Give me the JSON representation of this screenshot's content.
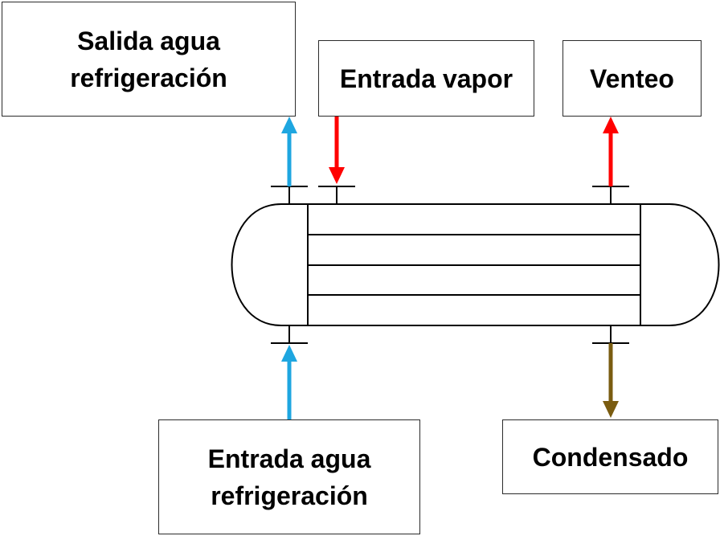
{
  "labels": {
    "salida_agua": [
      "Salida agua",
      "refrigeración"
    ],
    "entrada_vapor": "Entrada vapor",
    "venteo": "Venteo",
    "entrada_agua": [
      "Entrada agua",
      "refrigeración"
    ],
    "condensado": "Condensado"
  },
  "colors": {
    "water": "#1ea6e0",
    "steam": "#ff0000",
    "vent": "#ff0000",
    "condensate": "#7a5c10",
    "outline": "#000000"
  },
  "tubes": 4
}
